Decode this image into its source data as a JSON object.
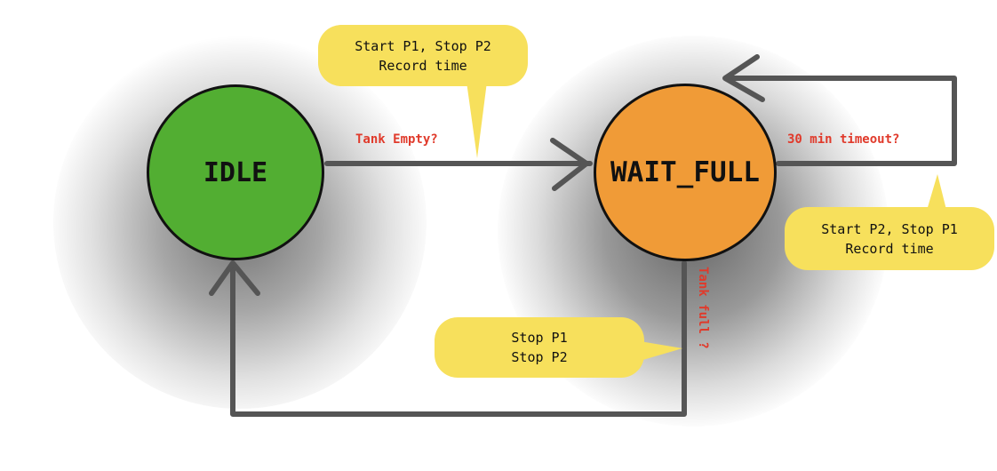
{
  "diagram": {
    "type": "state-machine",
    "states": [
      {
        "id": "idle",
        "label": "IDLE",
        "color": "#52ae32"
      },
      {
        "id": "wait_full",
        "label": "WAIT_FULL",
        "color": "#f09b37"
      }
    ],
    "transitions": [
      {
        "from": "idle",
        "to": "wait_full",
        "condition": "Tank Empty?",
        "actions": [
          "Start P1, Stop P2",
          "Record time"
        ]
      },
      {
        "from": "wait_full",
        "to": "wait_full",
        "condition": "30 min timeout?",
        "actions": [
          "Start P2, Stop P1",
          "Record time"
        ]
      },
      {
        "from": "wait_full",
        "to": "idle",
        "condition": "Tank full ?",
        "actions": [
          "Stop P1",
          "Stop P2"
        ]
      }
    ],
    "colors": {
      "arrow": "#555555",
      "condition_text": "#e03a2b",
      "action_bubble": "#f7e05c",
      "border": "#111111"
    }
  }
}
